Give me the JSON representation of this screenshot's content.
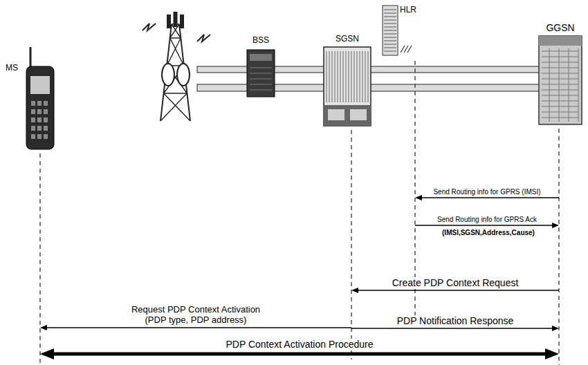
{
  "diagram": {
    "nodes": [
      {
        "text": [
          "MS"
        ]
      },
      {
        "text": [
          "BSS"
        ]
      },
      {
        "text": [
          "SGSN"
        ]
      },
      {
        "text": [
          "HLR"
        ]
      },
      {
        "text": [
          "GGSN"
        ]
      }
    ],
    "edges": [
      {
        "from": 4,
        "to": 3,
        "arrow": "to",
        "label": "Send Routing info for GPRS (IMSI)"
      },
      {
        "from": 3,
        "to": 4,
        "arrow": "to",
        "label": "Send Routing info for GPRS Ack"
      },
      {
        "from": 4,
        "to": 2,
        "arrow": "to",
        "label": "Create PDP Context Request"
      },
      {
        "from": 2,
        "to": 0,
        "arrow": "to",
        "label": "Request PDP Context Activation (PDP type, PDP address)"
      },
      {
        "from": 2,
        "to": 4,
        "arrow": "to",
        "label": "PDP Notification Response"
      },
      {
        "from": 0,
        "to": 4,
        "arrow": "both",
        "label": "PDP Context Activation Procedure"
      }
    ],
    "labels": [
      "(IMSI,SGSN,Address,Cause)"
    ]
  }
}
